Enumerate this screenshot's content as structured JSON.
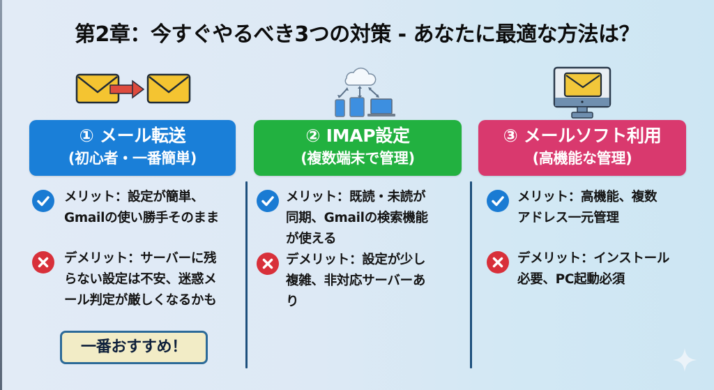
{
  "title": "第2章：今すぐやるべき3つの対策 - あなたに最適な方法は？",
  "columns": [
    {
      "icon": "mail-forward-icon",
      "color": "#1a7fd8",
      "heading_line1": "① メール転送",
      "heading_line2": "(初心者・一番簡単)",
      "merit": "メリット：設定が簡単、Gmailの使い勝手そのまま",
      "merit_lines": [
        "メリット：設定が簡単、",
        "Gmailの使い勝手そのまま"
      ],
      "demerit_lines": [
        "デメリット：サーバーに残",
        "らない設定は不安、迷惑メ",
        "ール判定が厳しくなるかも"
      ]
    },
    {
      "icon": "cloud-sync-devices-icon",
      "color": "#22b140",
      "heading_line1": "② IMAP設定",
      "heading_line2": "(複数端末で管理)",
      "merit_lines": [
        "メリット：既読・未読が",
        "同期、Gmailの検索機能",
        "が使える"
      ],
      "demerit_lines": [
        "デメリット：設定が少し",
        "複雑、非対応サーバーあ",
        "り"
      ]
    },
    {
      "icon": "desktop-mail-icon",
      "color": "#d9396e",
      "heading_line1": "③ メールソフト利用",
      "heading_line2": "(高機能な管理)",
      "merit_lines": [
        "メリット：高機能、複数",
        "アドレス一元管理"
      ],
      "demerit_lines": [
        "デメリット：インストール",
        "必要、PC起動必須"
      ]
    }
  ],
  "recommendation": "一番おすすめ！",
  "colors": {
    "check": "#1a7bd3",
    "cross": "#d8303a",
    "divider": "#1d4f7c",
    "recommend_bg": "#f2ecc6",
    "recommend_border": "#2c6a98"
  }
}
